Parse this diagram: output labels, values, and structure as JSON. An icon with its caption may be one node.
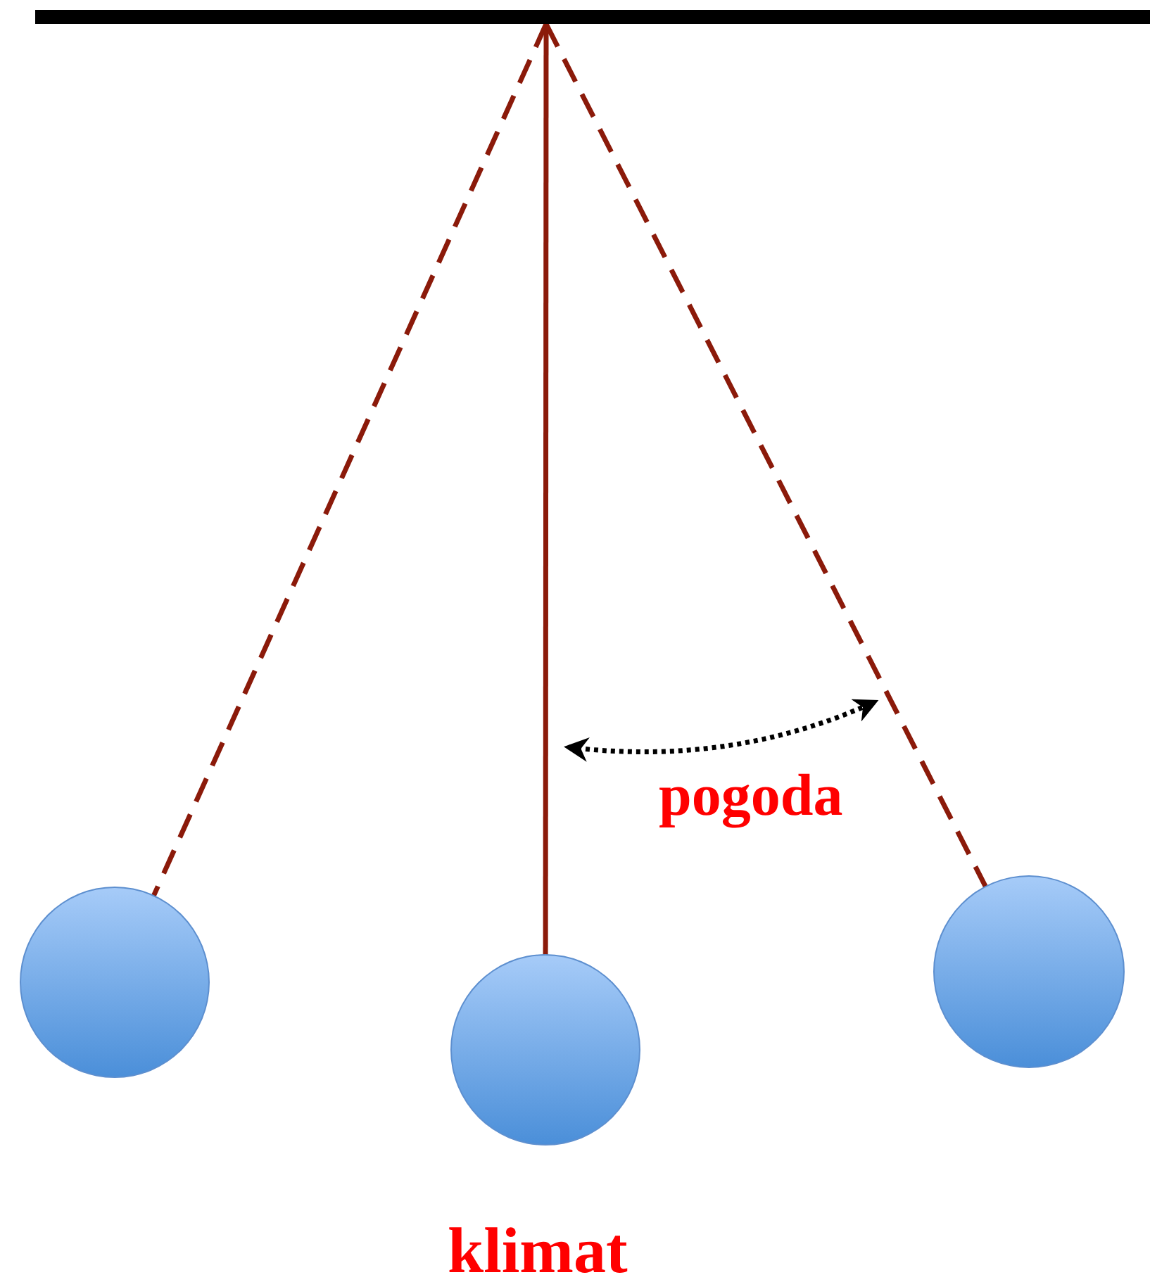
{
  "diagram": {
    "nodes": [
      {
        "text": [],
        "shape": "bar"
      },
      {
        "text": [],
        "shape": "circle"
      },
      {
        "text": [],
        "shape": "circle"
      },
      {
        "text": [],
        "shape": "circle"
      }
    ],
    "edges": [
      {
        "from": 0,
        "to": 1,
        "arrow": "none",
        "style": "dashed"
      },
      {
        "from": 0,
        "to": 2,
        "arrow": "none"
      },
      {
        "from": 0,
        "to": 3,
        "arrow": "none",
        "style": "dashed"
      }
    ],
    "labels": [
      "pogoda",
      "klimat"
    ]
  }
}
